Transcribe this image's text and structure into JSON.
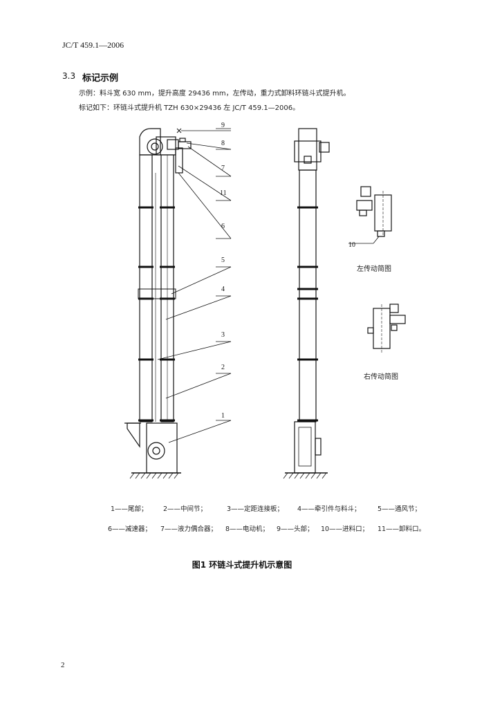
{
  "header": {
    "standard_code": "JC/T 459.1—2006"
  },
  "section": {
    "number": "3.3",
    "title": "标记示例"
  },
  "text": {
    "example_line": "示例：料斗宽 630 mm，提升高度 29436 mm，左传动，重力式卸料环链斗式提升机。",
    "marking_line": "标记如下：环链斗式提升机 TZH 630×29436 左 JC/T 459.1—2006。"
  },
  "callouts": [
    "9",
    "8",
    "7",
    "11",
    "6",
    "5",
    "4",
    "3",
    "2",
    "1",
    "10"
  ],
  "subfigures": {
    "left_drive": "左传动简图",
    "right_drive": "右传动简图"
  },
  "legend": {
    "row1": [
      "1——尾部；",
      "2——中间节；",
      "3——定距连接板；",
      "4——牵引件与料斗；",
      "5——通风节；"
    ],
    "row2": [
      "6——减速器；",
      "7——液力偶合器；",
      "8——电动机；",
      "9——头部；",
      "10——进料口；",
      "11——卸料口。"
    ]
  },
  "figure": {
    "caption": "图1  环链斗式提升机示意图"
  },
  "page": {
    "number": "2"
  }
}
